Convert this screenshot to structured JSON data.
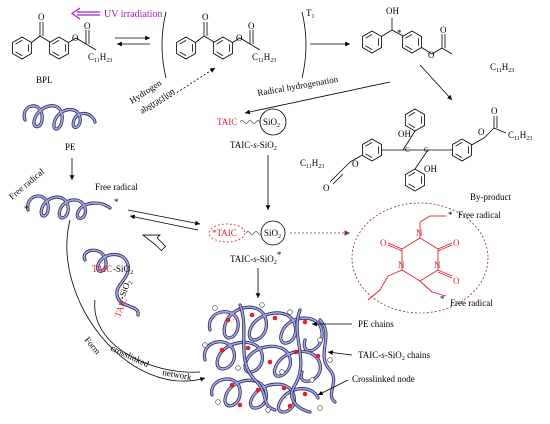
{
  "labels": {
    "uv": "UV irradiation",
    "bpl": "BPL",
    "t1": "T",
    "t1_sub": "1",
    "hydrogen": "Hydrogen",
    "abstraction": "abstraction",
    "radical_hydrogenation": "Radical hydrogenation",
    "by_product": "By-product",
    "pe": "PE",
    "free_radical": "Free radical",
    "taic": "TAIC",
    "sio2": "SiO",
    "sio2_sub": "2",
    "taic_s_sio2_main": "TAIC-",
    "s_italic": "s",
    "sio2_tail": "-SiO",
    "star": "*",
    "oh": "OH",
    "o": "O",
    "n": "N",
    "c11h23": "C",
    "c11h23_sub": "11",
    "h23_sub": "H",
    "h23_num": "23",
    "pe_chains": "PE chains",
    "taic_chains": "TAIC-s-SiO2 chains",
    "crosslinked_node": "Crosslinked node",
    "form": "Form",
    "crosslinked": "crosslinked",
    "network": "network"
  },
  "colors": {
    "uv": "#a020c8",
    "red": "#e0202a",
    "chain_dark": "#2a2a5a",
    "chain_light": "#a9a9e8"
  }
}
